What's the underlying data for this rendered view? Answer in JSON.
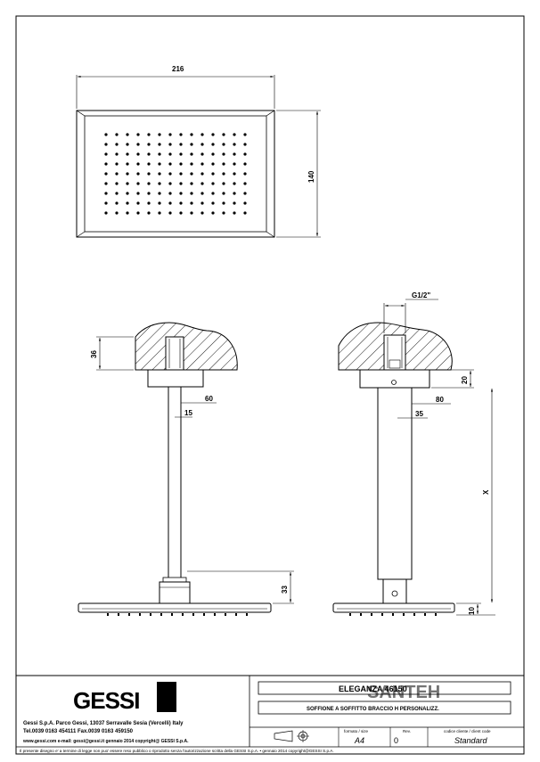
{
  "drawing": {
    "top_view": {
      "width_dim": "216",
      "height_dim": "140"
    },
    "side_view": {
      "base_height_dim": "36",
      "flange_dim": "60",
      "arm_dim": "15",
      "head_dim": "33"
    },
    "front_view": {
      "thread_dim": "G1/2\"",
      "block_dim": "20",
      "flange_dim": "80",
      "arm_dim": "35",
      "length_dim": "X",
      "head_dim": "10"
    }
  },
  "title_block": {
    "logo_text": "GESSI",
    "company_line": "Gessi S.p.A. Parco Gessi, 13037 Serravalle Sesia (Vercelli) Italy",
    "contact_line": "Tel.0039 0163 454111 Fax.0039 0163 459150",
    "web_line": "www.gessi.com  e-mail: gessi@gessi.it   gennaio 2014   copyright@ GESSI S.p.A.",
    "product_title": "ELEGANZA 46150",
    "product_subtitle": "SOFFIONE A SOFFITTO BRACCIO H PERSONALIZZ.",
    "format_label": "formato / size",
    "format_value": "A4",
    "rev_label": "Rev.",
    "rev_value": "0",
    "client_code_label": "codice cliente / client code",
    "client_code_value": "Standard",
    "footer_note": "Il presente disegno e' a termine di legge non puo' essere reso pubblico o riprodotto senza l'autorizzazione scritta della GESSI S.p.A. • gennaio 2014   copyright@GESSI S.p.A.",
    "watermark": "SANTEH"
  }
}
